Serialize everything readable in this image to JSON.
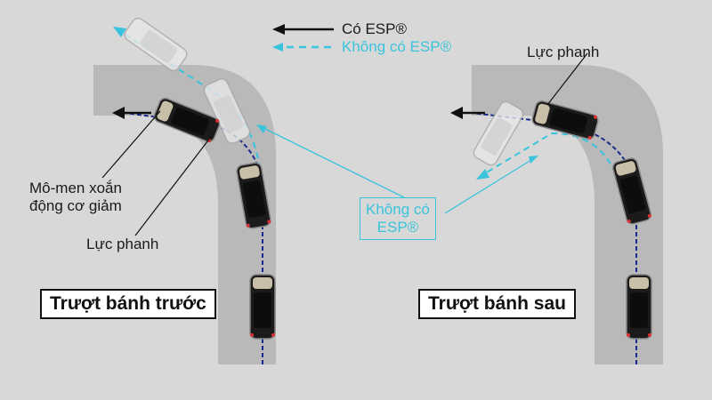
{
  "legend": {
    "with_esp": "Có ESP®",
    "without_esp": "Không có ESP®"
  },
  "left_panel": {
    "title": "Trượt bánh trước",
    "label_torque": "Mô-men xoắn",
    "label_torque_2": "động cơ giảm",
    "label_brake": "Lực phanh"
  },
  "right_panel": {
    "title": "Trượt bánh sau",
    "label_brake": "Lực phanh"
  },
  "center_box": {
    "line1": "Không có",
    "line2": "ESP®"
  },
  "colors": {
    "with_esp": "#111111",
    "without_esp": "#39c3dc",
    "road": "#b9b9b9",
    "background": "#d8d8d8"
  }
}
